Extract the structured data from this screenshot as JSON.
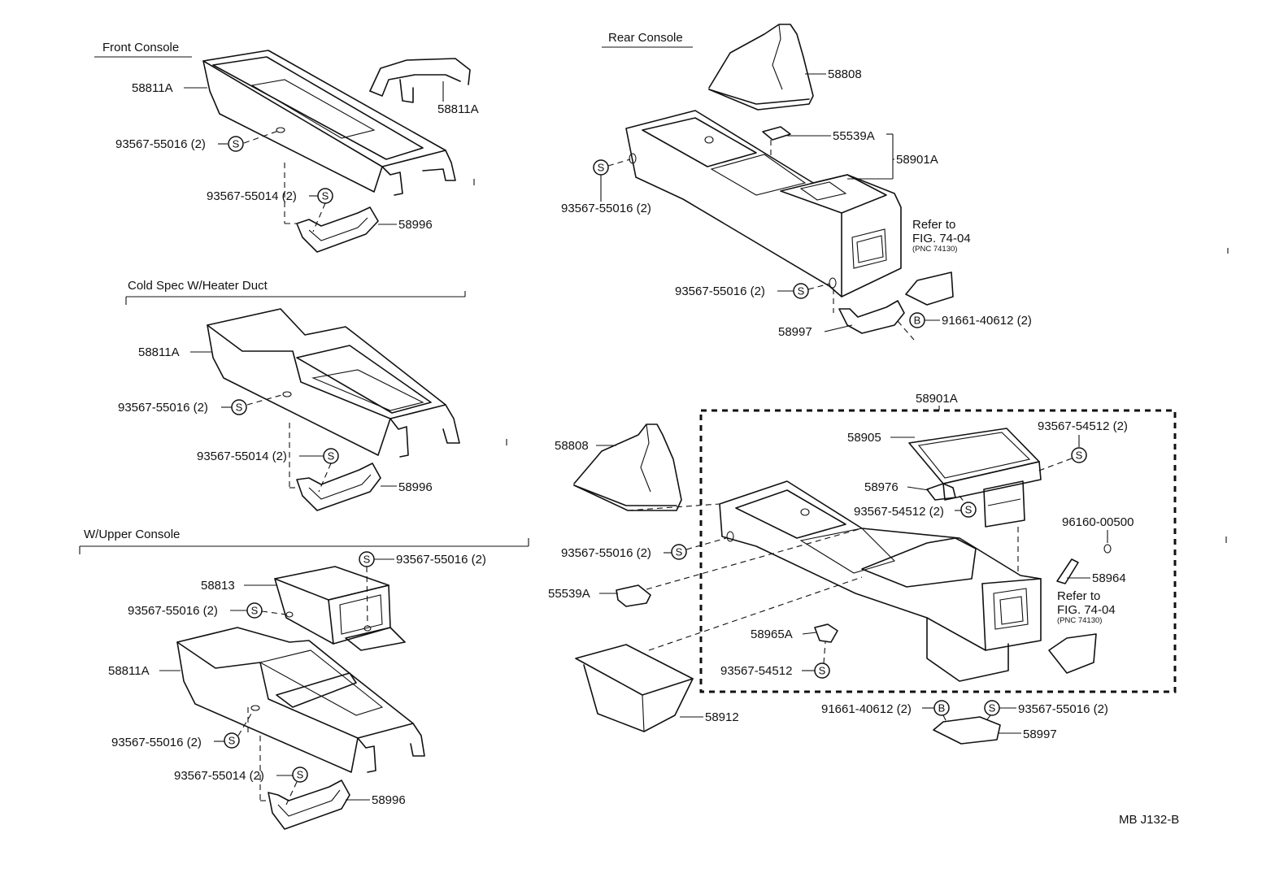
{
  "sections": {
    "front_console": "Front Console",
    "cold_spec": "Cold Spec W/Heater Duct",
    "upper_console": "W/Upper Console",
    "rear_console": "Rear Console"
  },
  "front": {
    "p1": "58811A",
    "p2": "58811A",
    "p3": "93567-55016 (2)",
    "p4": "93567-55014 (2)",
    "p5": "58996"
  },
  "cold": {
    "p1": "58811A",
    "p2": "93567-55016 (2)",
    "p3": "93567-55014 (2)",
    "p4": "58996"
  },
  "upper": {
    "p1": "93567-55016 (2)",
    "p2": "58813",
    "p3": "93567-55016 (2)",
    "p4": "58811A",
    "p5": "93567-55016 (2)",
    "p6": "93567-55014 (2)",
    "p7": "58996"
  },
  "rear": {
    "p1": "58808",
    "p2": "55539A",
    "p3": "58901A",
    "p4": "93567-55016 (2)",
    "p5": "93567-55016 (2)",
    "p6": "58997",
    "p7": "91661-40612 (2)",
    "refer_line1": "Refer to",
    "refer_line2": "FIG. 74-04",
    "refer_line3": "(PNC 74130)"
  },
  "exploded": {
    "group_label": "58901A",
    "p1": "58808",
    "p2": "58905",
    "p3": "93567-54512 (2)",
    "p4": "58976",
    "p5": "93567-54512 (2)",
    "p6": "96160-00500",
    "p7": "93567-55016 (2)",
    "p8": "58964",
    "p9": "55539A",
    "p10": "58965A",
    "p11": "93567-54512",
    "p12": "58912",
    "p13": "91661-40612 (2)",
    "p14": "93567-55016 (2)",
    "p15": "58997",
    "refer_line1": "Refer to",
    "refer_line2": "FIG. 74-04",
    "refer_line3": "(PNC 74130)"
  },
  "symbols": {
    "screw": "S",
    "bolt": "B"
  },
  "drawing_code": "MB J132-B"
}
